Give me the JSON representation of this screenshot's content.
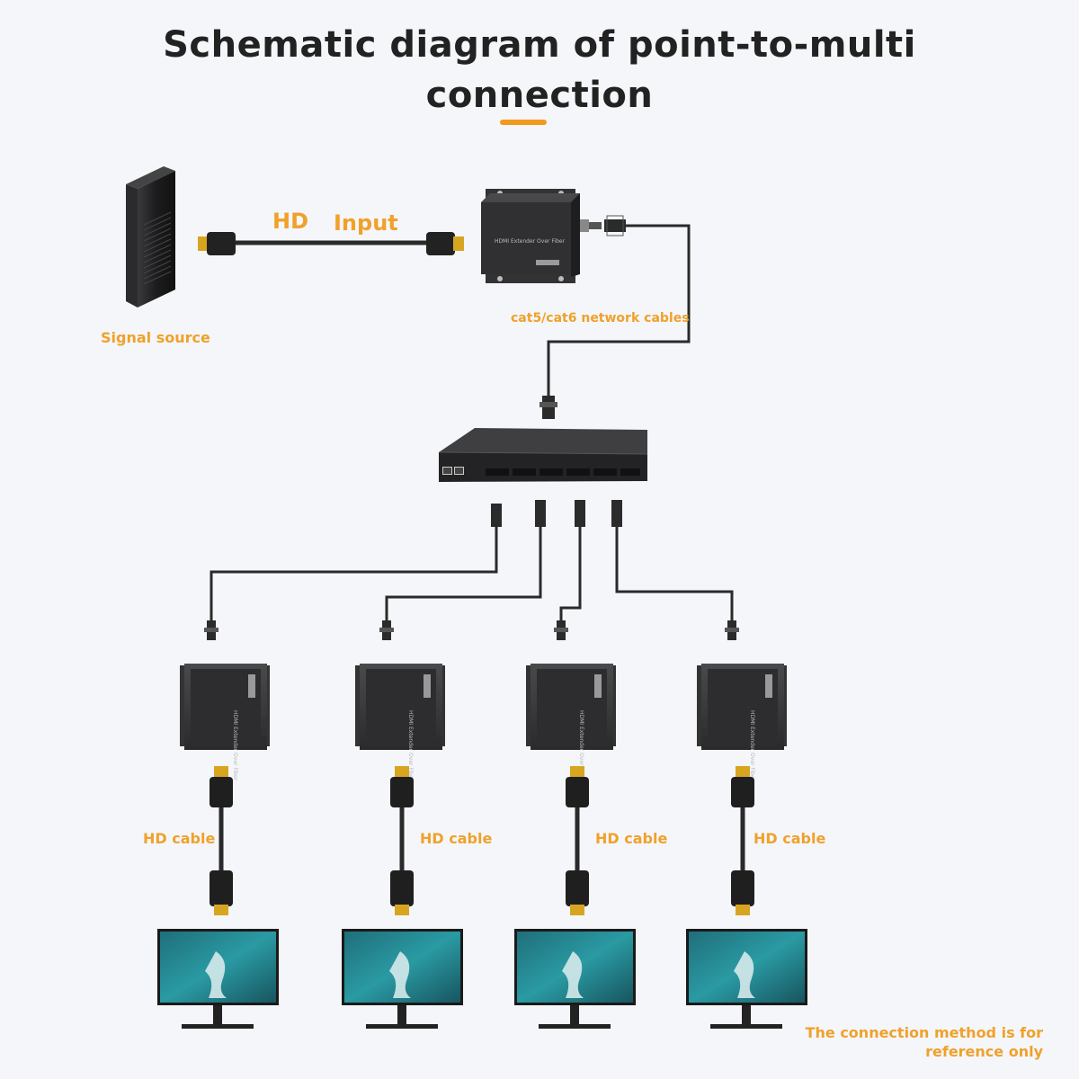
{
  "title": {
    "line1": "Schematic diagram of point-to-multi",
    "line2": "connection"
  },
  "labels": {
    "hd_input_1": "HD",
    "hd_input_2": "Input",
    "signal_source": "Signal source",
    "network_cables": "cat5/cat6 network cables",
    "hd_cable": "HD cable",
    "device_text": "HDMI Extender Over Fiber"
  },
  "note": {
    "line1": "The connection method is for",
    "line2": "reference only"
  },
  "colors": {
    "accent": "#f19a1c",
    "label": "#f0a12a",
    "device": "#2b2b2d",
    "cable": "#2a2a2a",
    "hdmi_gold": "#d8a520"
  },
  "icons": {
    "source": "pc-tower-icon",
    "transmitter": "extender-transmitter-icon",
    "switch": "network-switch-icon",
    "receiver": "extender-receiver-icon",
    "cable": "hdmi-cable-icon",
    "display": "monitor-icon"
  },
  "receivers": [
    {
      "cable_label": "HD cable"
    },
    {
      "cable_label": "HD cable"
    },
    {
      "cable_label": "HD cable"
    },
    {
      "cable_label": "HD cable"
    }
  ]
}
